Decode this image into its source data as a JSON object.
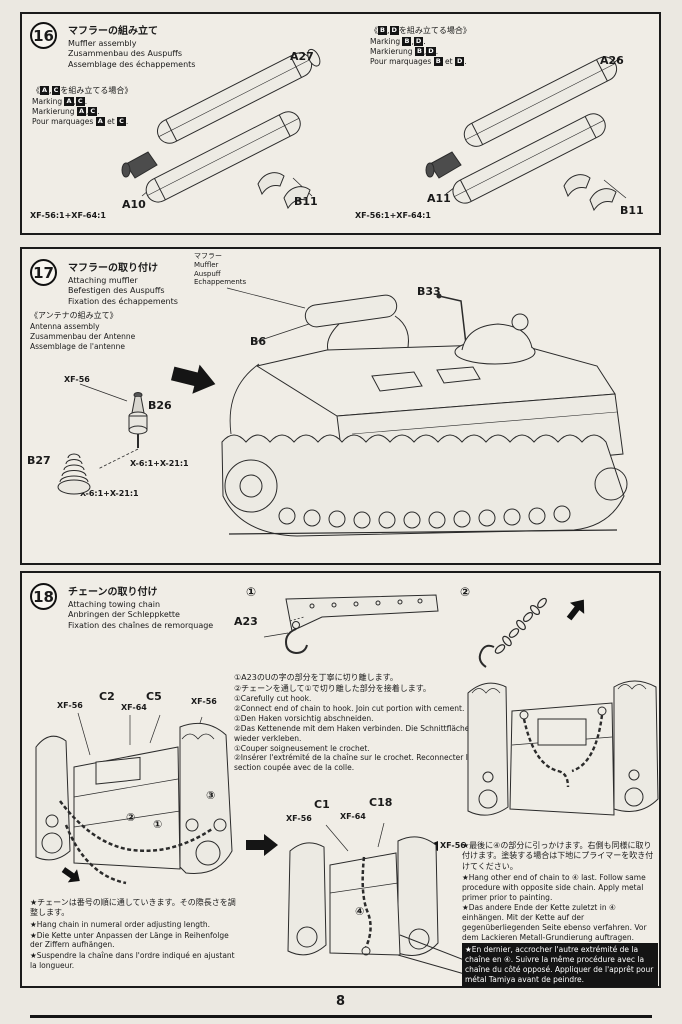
{
  "page": {
    "number": "8"
  },
  "s16": {
    "num": "16",
    "title_ja": "マフラーの組み立て",
    "title_en": "Muffler assembly",
    "title_de": "Zusammenbau des Auspuffs",
    "title_fr": "Assemblage des échappements",
    "mark_ac": {
      "ja_open": "《",
      "ja_close": "を組み立てる場合》",
      "l1": "A",
      "l2": "C",
      "comma": ",",
      "en_pre": "Marking ",
      "de_pre": "Markierung ",
      "fr_pre": "Pour marquages ",
      "fr_mid": " et ",
      "dot": "."
    },
    "mark_bd": {
      "ja_open": "《",
      "ja_close": "を組み立てる場合》",
      "l1": "B",
      "l2": "D",
      "comma": ",",
      "en_pre": "Marking ",
      "de_pre": "Markierung ",
      "fr_pre": "Pour marquages ",
      "fr_mid": " et ",
      "dot": "."
    },
    "labels": {
      "a27": "A27",
      "a10": "A10",
      "b11l": "B11",
      "a26": "A26",
      "a11": "A11",
      "b11r": "B11",
      "paint_l": "XF-56:1+XF-64:1",
      "paint_r": "XF-56:1+XF-64:1"
    }
  },
  "s17": {
    "num": "17",
    "title_ja": "マフラーの取り付け",
    "title_en": "Attaching muffler",
    "title_de": "Befestigen des Auspuffs",
    "title_fr": "Fixation des échappements",
    "muffler_callout": {
      "ja": "マフラー",
      "en": "Muffler",
      "de": "Auspuff",
      "fr": "Echappements"
    },
    "antenna": {
      "ja": "《アンテナの組み立て》",
      "en": "Antenna assembly",
      "de": "Zusammenbau der Antenne",
      "fr": "Assemblage de l'antenne"
    },
    "labels": {
      "b33": "B33",
      "b6": "B6",
      "b26": "B26",
      "b27": "B27",
      "xf56": "XF-56",
      "paint1": "X-6:1+X-21:1",
      "paint2": "X-6:1+X-21:1"
    }
  },
  "s18": {
    "num": "18",
    "title_ja": "チェーンの取り付け",
    "title_en": "Attaching towing chain",
    "title_de": "Anbringen der Schleppkette",
    "title_fr": "Fixation des chaînes de remorquage",
    "fig1_num": "①",
    "fig2_num": "②",
    "labels": {
      "a23": "A23",
      "c2": "C2",
      "c5": "C5",
      "c1": "C1",
      "c18": "C18",
      "xf56a": "XF-56",
      "xf64a": "XF-64",
      "xf56b": "XF-56",
      "xf56c": "XF-56",
      "xf64b": "XF-64",
      "xf56d": "XF-56",
      "n1": "①",
      "n2": "②",
      "n3": "③",
      "n4": "④"
    },
    "instructions": [
      "①A23のUの字の部分を丁寧に切り離します。",
      "②チェーンを通して①で切り離した部分を接着します。",
      "①Carefully cut hook.",
      "②Connect end of chain to hook. Join cut portion with cement.",
      "①Den Haken vorsichtig abschneiden.",
      "②Das Kettenende mit dem Haken verbinden. Die Schnittfläche wieder verkleben.",
      "①Couper soigneusement le crochet.",
      "②Insérer l'extrémité de la chaîne sur le crochet. Reconnecter la section coupée avec de la colle."
    ],
    "note_left": [
      "★チェーンは番号の順に通していきます。その際長さを調整します。",
      "★Hang chain in numeral order adjusting length.",
      "★Die Kette unter Anpassen der Länge in Reihenfolge der Ziffern aufhängen.",
      "★Suspendre la chaîne dans l'ordre indiqué en ajustant la longueur."
    ],
    "note_right": [
      "★最後に④の部分に引っかけます。右側も同様に取り付けます。塗装する場合は下地にプライマーを吹き付けてください。",
      "★Hang other end of chain to ④ last. Follow same procedure with opposite side chain. Apply metal primer prior to painting.",
      "★Das andere Ende der Kette zuletzt in ④ einhängen. Mit der Kette auf der gegenüberliegenden Seite ebenso verfahren. Vor dem Lackieren Metall-Grundierung auftragen."
    ],
    "note_right_inverted": "★En dernier, accrocher l'autre extrémité de la chaîne en ④. Suivre la même procédure avec la chaîne du côté opposé. Appliquer de l'apprêt pour métal Tamiya avant de peindre."
  }
}
